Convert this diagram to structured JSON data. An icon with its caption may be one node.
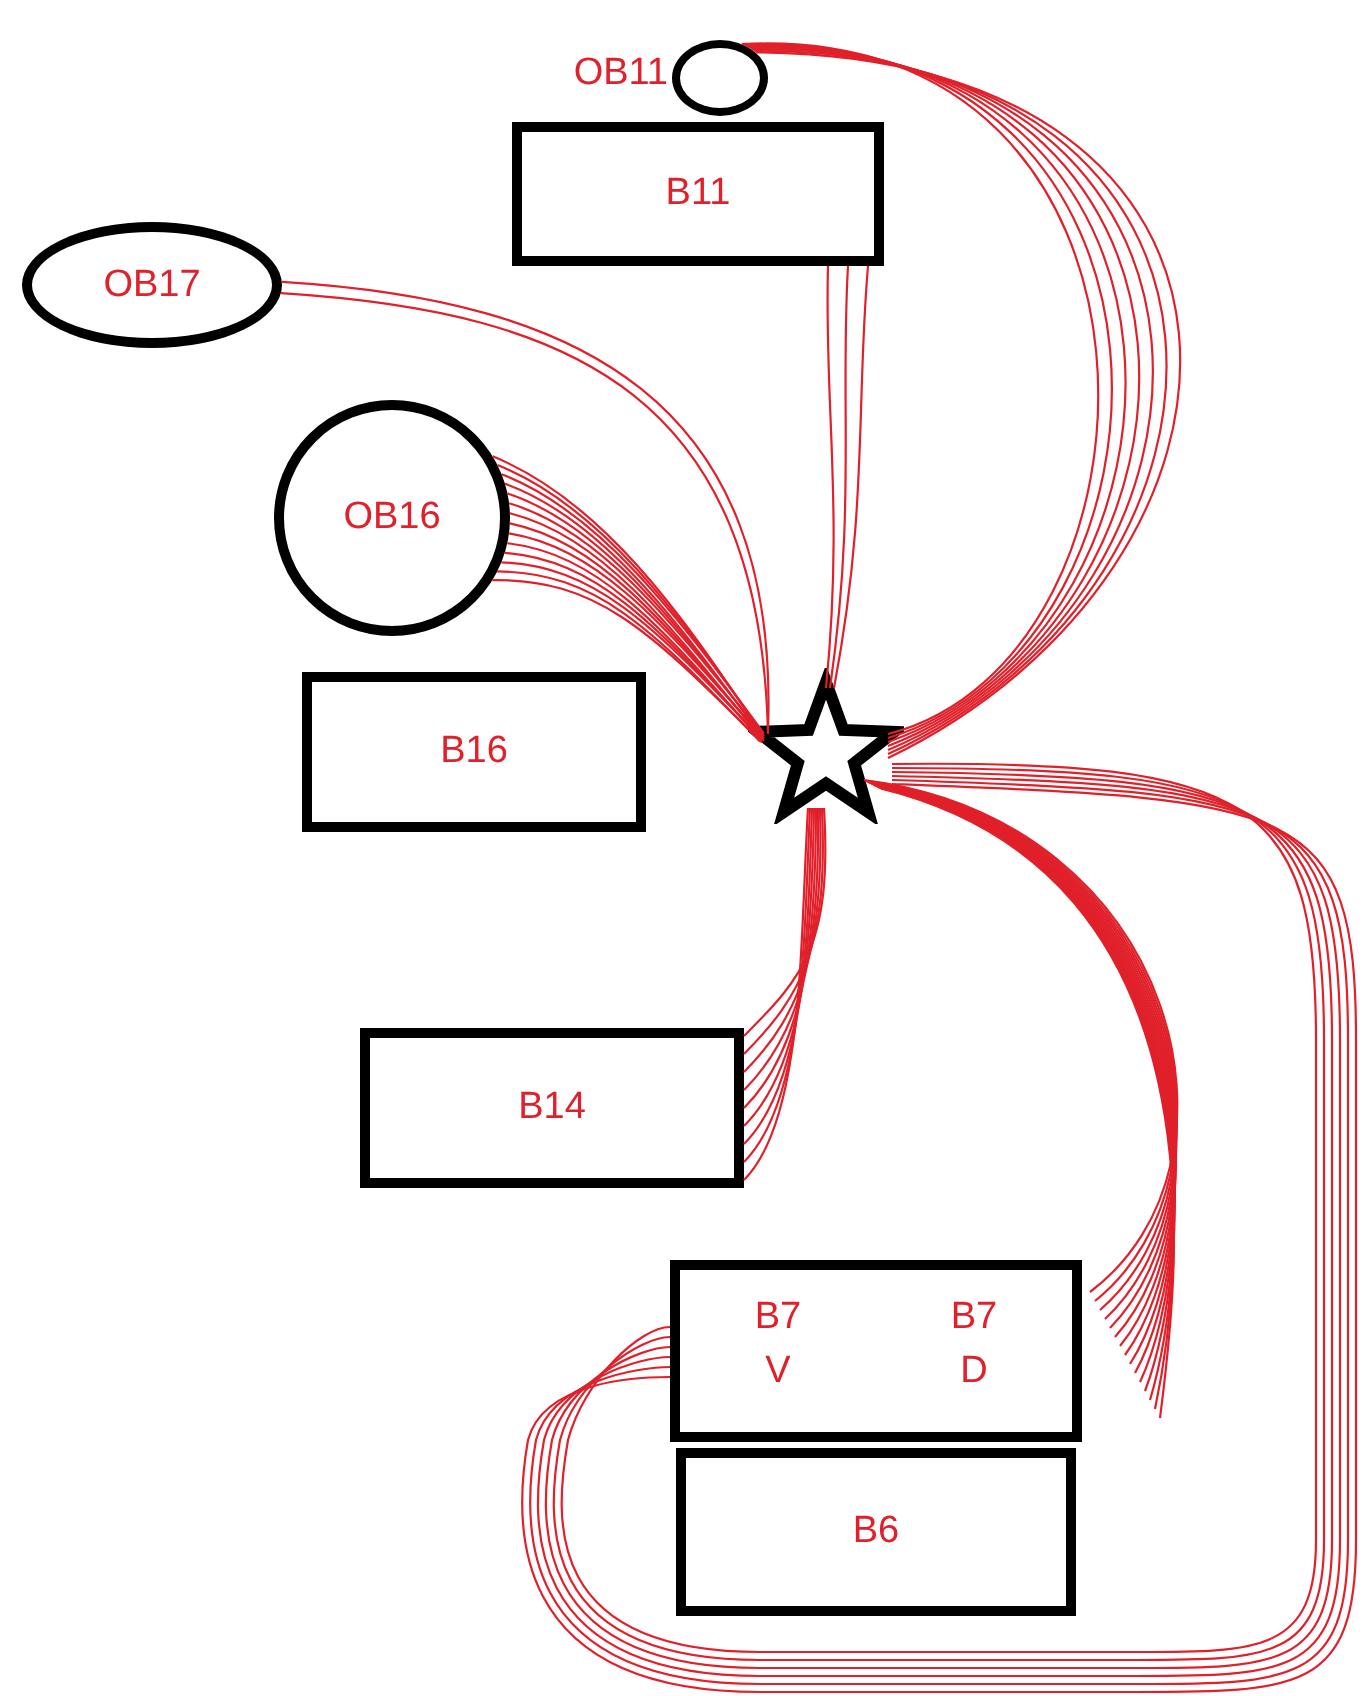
{
  "diagram": {
    "nodes": [
      {
        "text": [],
        "shape": "circle",
        "beside": [
          "OB11"
        ]
      },
      {
        "text": [
          "B11"
        ]
      },
      {
        "text": [
          "OB17"
        ]
      },
      {
        "text": [
          "OB16"
        ]
      },
      {
        "text": [
          "B16"
        ]
      },
      {
        "text": [],
        "shape": "star"
      },
      {
        "text": [
          "B14"
        ]
      },
      {
        "text": [
          "B7 V",
          "B7 D"
        ]
      },
      {
        "text": [
          "B6"
        ]
      }
    ],
    "edges": [
      {
        "from": 5,
        "to": 0,
        "arrow": "none"
      },
      {
        "from": 5,
        "to": 1,
        "arrow": "none"
      },
      {
        "from": 5,
        "to": 2,
        "arrow": "none"
      },
      {
        "from": 5,
        "to": 3,
        "arrow": "none"
      },
      {
        "from": 5,
        "to": 6,
        "arrow": "none"
      },
      {
        "from": 5,
        "to": 7,
        "arrow": "none"
      },
      {
        "from": 5,
        "to": 7,
        "arrow": "none"
      }
    ]
  }
}
